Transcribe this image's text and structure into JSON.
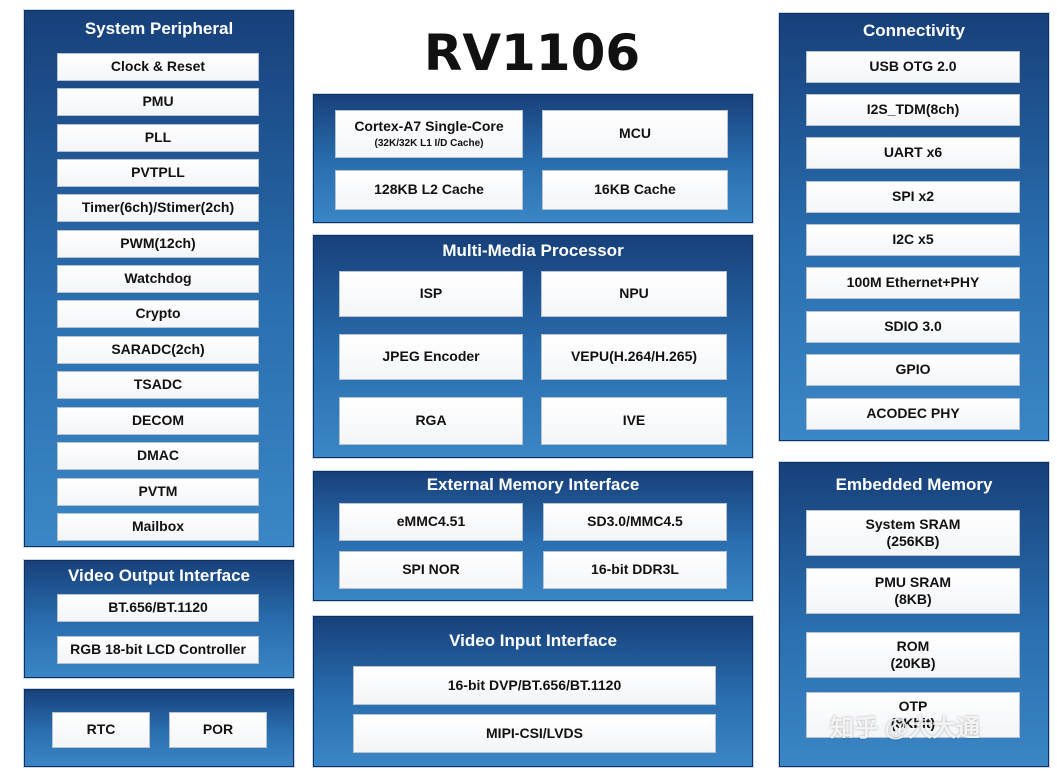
{
  "chip_title": "RV1106",
  "system_peripheral": {
    "title": "System Peripheral",
    "items": [
      "Clock & Reset",
      "PMU",
      "PLL",
      "PVTPLL",
      "Timer(6ch)/Stimer(2ch)",
      "PWM(12ch)",
      "Watchdog",
      "Crypto",
      "SARADC(2ch)",
      "TSADC",
      "DECOM",
      "DMAC",
      "PVTM",
      "Mailbox"
    ]
  },
  "video_output": {
    "title": "Video Output Interface",
    "items": [
      "BT.656/BT.1120",
      "RGB 18-bit LCD Controller"
    ]
  },
  "rtc_por": {
    "items": [
      "RTC",
      "POR"
    ]
  },
  "cpu": {
    "core_line1": "Cortex-A7 Single-Core",
    "core_line2": "(32K/32K L1 I/D Cache)",
    "mcu": "MCU",
    "l2": "128KB L2 Cache",
    "cache16": "16KB Cache"
  },
  "multimedia": {
    "title": "Multi-Media Processor",
    "items": [
      "ISP",
      "NPU",
      "JPEG Encoder",
      "VEPU(H.264/H.265)",
      "RGA",
      "IVE"
    ]
  },
  "ext_memory": {
    "title": "External Memory Interface",
    "items": [
      "eMMC4.51",
      "SD3.0/MMC4.5",
      "SPI NOR",
      "16-bit DDR3L"
    ]
  },
  "video_input": {
    "title": "Video Input Interface",
    "items": [
      "16-bit DVP/BT.656/BT.1120",
      "MIPI-CSI/LVDS"
    ]
  },
  "connectivity": {
    "title": "Connectivity",
    "items": [
      "USB OTG 2.0",
      "I2S_TDM(8ch)",
      "UART x6",
      "SPI x2",
      "I2C x5",
      "100M Ethernet+PHY",
      "SDIO 3.0",
      "GPIO",
      "ACODEC PHY"
    ]
  },
  "embedded_memory": {
    "title": "Embedded Memory",
    "items": [
      {
        "line1": "System SRAM",
        "line2": "(256KB)"
      },
      {
        "line1": "PMU SRAM",
        "line2": "(8KB)"
      },
      {
        "line1": "ROM",
        "line2": "(20KB)"
      },
      {
        "line1": "OTP",
        "line2": "(8Kbit)"
      }
    ]
  },
  "watermark": "知乎 @大大通"
}
